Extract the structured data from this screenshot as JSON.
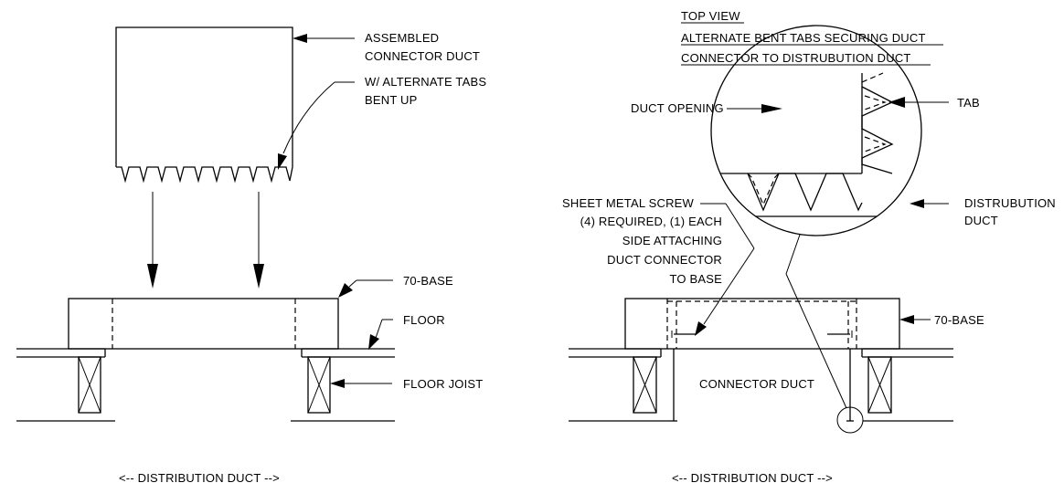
{
  "left_view": {
    "assembled_label": [
      "ASSEMBLED",
      "CONNECTOR DUCT"
    ],
    "tabs_label": [
      "W/ ALTERNATE TABS",
      "BENT UP"
    ],
    "base_label": "70-BASE",
    "floor_label": "FLOOR",
    "joist_label": "FLOOR JOIST",
    "distribution_label": "<-- DISTRIBUTION DUCT -->"
  },
  "right_view": {
    "top_view_title": "TOP VIEW",
    "top_view_subtitle": [
      "ALTERNATE BENT TABS SECURING DUCT",
      "CONNECTOR TO DISTRUBUTION DUCT"
    ],
    "duct_opening_label": "DUCT OPENING",
    "tab_label": "TAB",
    "distrubution_duct_label": [
      "DISTRUBUTION",
      "DUCT"
    ],
    "screw_label": [
      "SHEET METAL SCREW",
      "(4) REQUIRED, (1) EACH",
      "SIDE ATTACHING",
      "DUCT CONNECTOR",
      "TO BASE"
    ],
    "base_label": "70-BASE",
    "connector_duct_label": "CONNECTOR DUCT",
    "distribution_label": "<-- DISTRIBUTION DUCT -->"
  }
}
